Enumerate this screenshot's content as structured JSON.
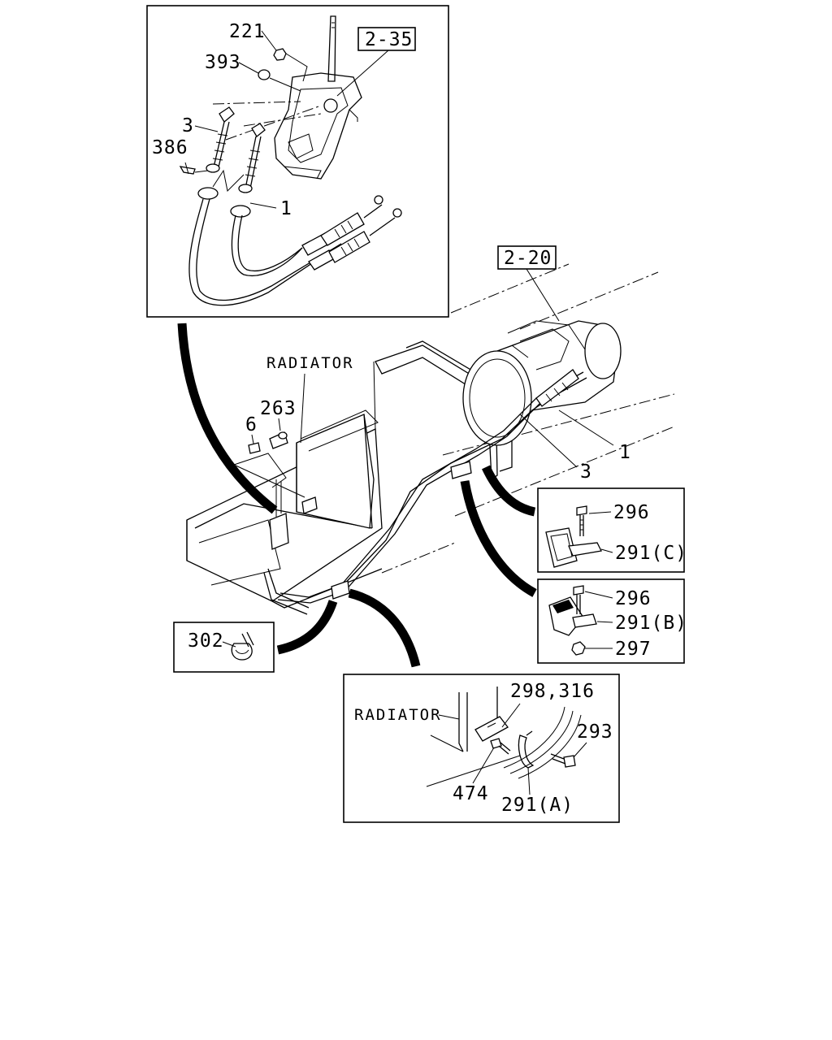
{
  "callouts": {
    "c221": "221",
    "c393": "393",
    "c3_top": "3",
    "c386": "386",
    "c1_top": "1",
    "c1_main": "1",
    "c3_main": "3",
    "c6": "6",
    "c263": "263",
    "c302": "302",
    "c296_c": "296",
    "c291c": "291(C)",
    "c296_b": "296",
    "c291b": "291(B)",
    "c297": "297",
    "c29831": "298,316",
    "c293": "293",
    "c474": "474",
    "c291a": "291(A)"
  },
  "references": {
    "ref_2_35": "2-35",
    "ref_2_20": "2-20"
  },
  "labels": {
    "radiator_main": "RADIATOR",
    "radiator_detail": "RADIATOR"
  }
}
